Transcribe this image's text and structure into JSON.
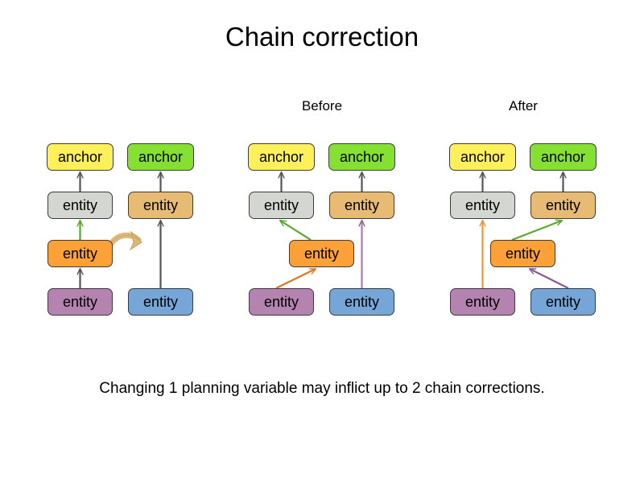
{
  "slide": {
    "title": "Chain correction",
    "caption": "Changing 1 planning variable may inflict up to 2 chain corrections.",
    "background": "#ffffff"
  },
  "labels": {
    "before": "Before",
    "after": "After"
  },
  "palette": {
    "anchor_yellow": "#fdf05a",
    "anchor_green": "#86e032",
    "entity_grey": "#d3d6d1",
    "entity_tan": "#e8bb75",
    "entity_orange": "#fba137",
    "entity_purple": "#b583b0",
    "entity_blue": "#76a6d8",
    "arrow_default": "#555555",
    "arrow_green": "#5aa829",
    "arrow_orange": "#e07820",
    "arrow_purple": "#8b5a96",
    "arrow_lightorange": "#e8963c",
    "move_arrow_tan": "#dcb879",
    "node_border": "#3b3b3b"
  },
  "panels": [
    {
      "id": "initial",
      "label": "",
      "nodes": [
        {
          "id": "p1-anchor-l",
          "text": "anchor",
          "color": "anchor_yellow"
        },
        {
          "id": "p1-anchor-r",
          "text": "anchor",
          "color": "anchor_green"
        },
        {
          "id": "p1-entity-grey",
          "text": "entity",
          "color": "entity_grey"
        },
        {
          "id": "p1-entity-tan",
          "text": "entity",
          "color": "entity_tan"
        },
        {
          "id": "p1-entity-orange",
          "text": "entity",
          "color": "entity_orange"
        },
        {
          "id": "p1-entity-purple",
          "text": "entity",
          "color": "entity_purple"
        },
        {
          "id": "p1-entity-blue",
          "text": "entity",
          "color": "entity_blue"
        }
      ]
    },
    {
      "id": "before",
      "label": "Before",
      "nodes": [
        {
          "id": "p2-anchor-l",
          "text": "anchor",
          "color": "anchor_yellow"
        },
        {
          "id": "p2-anchor-r",
          "text": "anchor",
          "color": "anchor_green"
        },
        {
          "id": "p2-entity-grey",
          "text": "entity",
          "color": "entity_grey"
        },
        {
          "id": "p2-entity-tan",
          "text": "entity",
          "color": "entity_tan"
        },
        {
          "id": "p2-entity-orange",
          "text": "entity",
          "color": "entity_orange"
        },
        {
          "id": "p2-entity-purple",
          "text": "entity",
          "color": "entity_purple"
        },
        {
          "id": "p2-entity-blue",
          "text": "entity",
          "color": "entity_blue"
        }
      ]
    },
    {
      "id": "after",
      "label": "After",
      "nodes": [
        {
          "id": "p3-anchor-l",
          "text": "anchor",
          "color": "anchor_yellow"
        },
        {
          "id": "p3-anchor-r",
          "text": "anchor",
          "color": "anchor_green"
        },
        {
          "id": "p3-entity-grey",
          "text": "entity",
          "color": "entity_grey"
        },
        {
          "id": "p3-entity-tan",
          "text": "entity",
          "color": "entity_tan"
        },
        {
          "id": "p3-entity-orange",
          "text": "entity",
          "color": "entity_orange"
        },
        {
          "id": "p3-entity-purple",
          "text": "entity",
          "color": "entity_purple"
        },
        {
          "id": "p3-entity-blue",
          "text": "entity",
          "color": "entity_blue"
        }
      ]
    }
  ],
  "node_text": {
    "anchor": "anchor",
    "entity": "entity"
  }
}
